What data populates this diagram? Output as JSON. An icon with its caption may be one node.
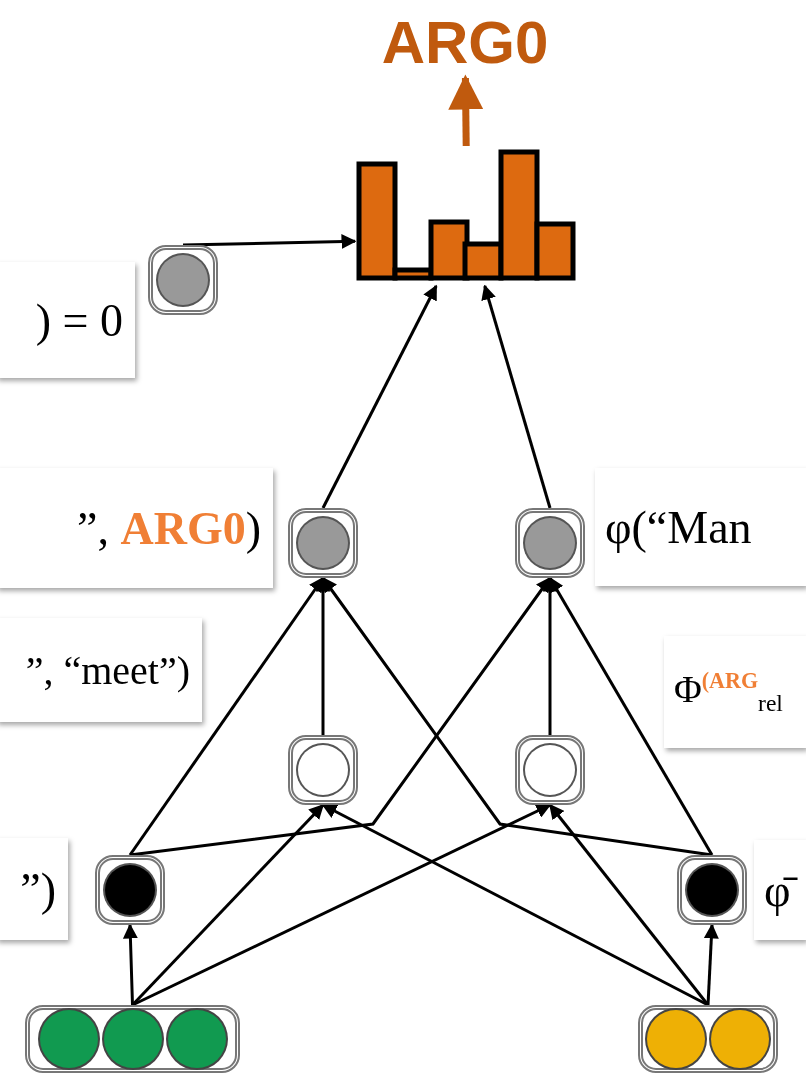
{
  "diagram": {
    "nodes": [
      {
        "text": [
          "ARG0"
        ]
      },
      {
        "text": [],
        "shape": "picture"
      },
      {
        "text": [
          ") = 0"
        ]
      },
      {
        "text": [],
        "shape": "circle"
      },
      {
        "text": [
          "”, **ARG0**)"
        ]
      },
      {
        "text": [],
        "shape": "circle"
      },
      {
        "text": [],
        "shape": "circle"
      },
      {
        "text": [
          "φ(“Man"
        ]
      },
      {
        "text": [
          "”, “meet”)"
        ]
      },
      {
        "text": [],
        "shape": "circle"
      },
      {
        "text": [],
        "shape": "circle"
      },
      {
        "text": [
          "Φ$^{(ARG}$$_{rel}$"
        ]
      },
      {
        "text": [
          "”)"
        ]
      },
      {
        "text": [],
        "shape": "circle"
      },
      {
        "text": [],
        "shape": "circle"
      },
      {
        "text": [
          "φ̄"
        ]
      },
      {
        "text": [],
        "shape": "box"
      },
      {
        "text": [],
        "shape": "box"
      }
    ],
    "edges": [
      {
        "from": 1,
        "to": 0,
        "arrow": "to",
        "style": "thick",
        "color": "#c05a0e"
      },
      {
        "from": 3,
        "to": 1,
        "arrow": "to"
      },
      {
        "from": 5,
        "to": 1,
        "arrow": "to"
      },
      {
        "from": 6,
        "to": 1,
        "arrow": "to"
      },
      {
        "from": 13,
        "to": 5,
        "arrow": "to"
      },
      {
        "from": 9,
        "to": 5,
        "arrow": "to"
      },
      {
        "from": 14,
        "to": 5,
        "arrow": "to"
      },
      {
        "from": 13,
        "to": 6,
        "arrow": "to"
      },
      {
        "from": 10,
        "to": 6,
        "arrow": "to"
      },
      {
        "from": 14,
        "to": 6,
        "arrow": "to"
      },
      {
        "from": 16,
        "to": 9,
        "arrow": "to"
      },
      {
        "from": 17,
        "to": 9,
        "arrow": "to"
      },
      {
        "from": 16,
        "to": 10,
        "arrow": "to"
      },
      {
        "from": 17,
        "to": 10,
        "arrow": "to"
      },
      {
        "from": 16,
        "to": 13,
        "arrow": "to"
      },
      {
        "from": 17,
        "to": 14,
        "arrow": "to"
      }
    ]
  }
}
